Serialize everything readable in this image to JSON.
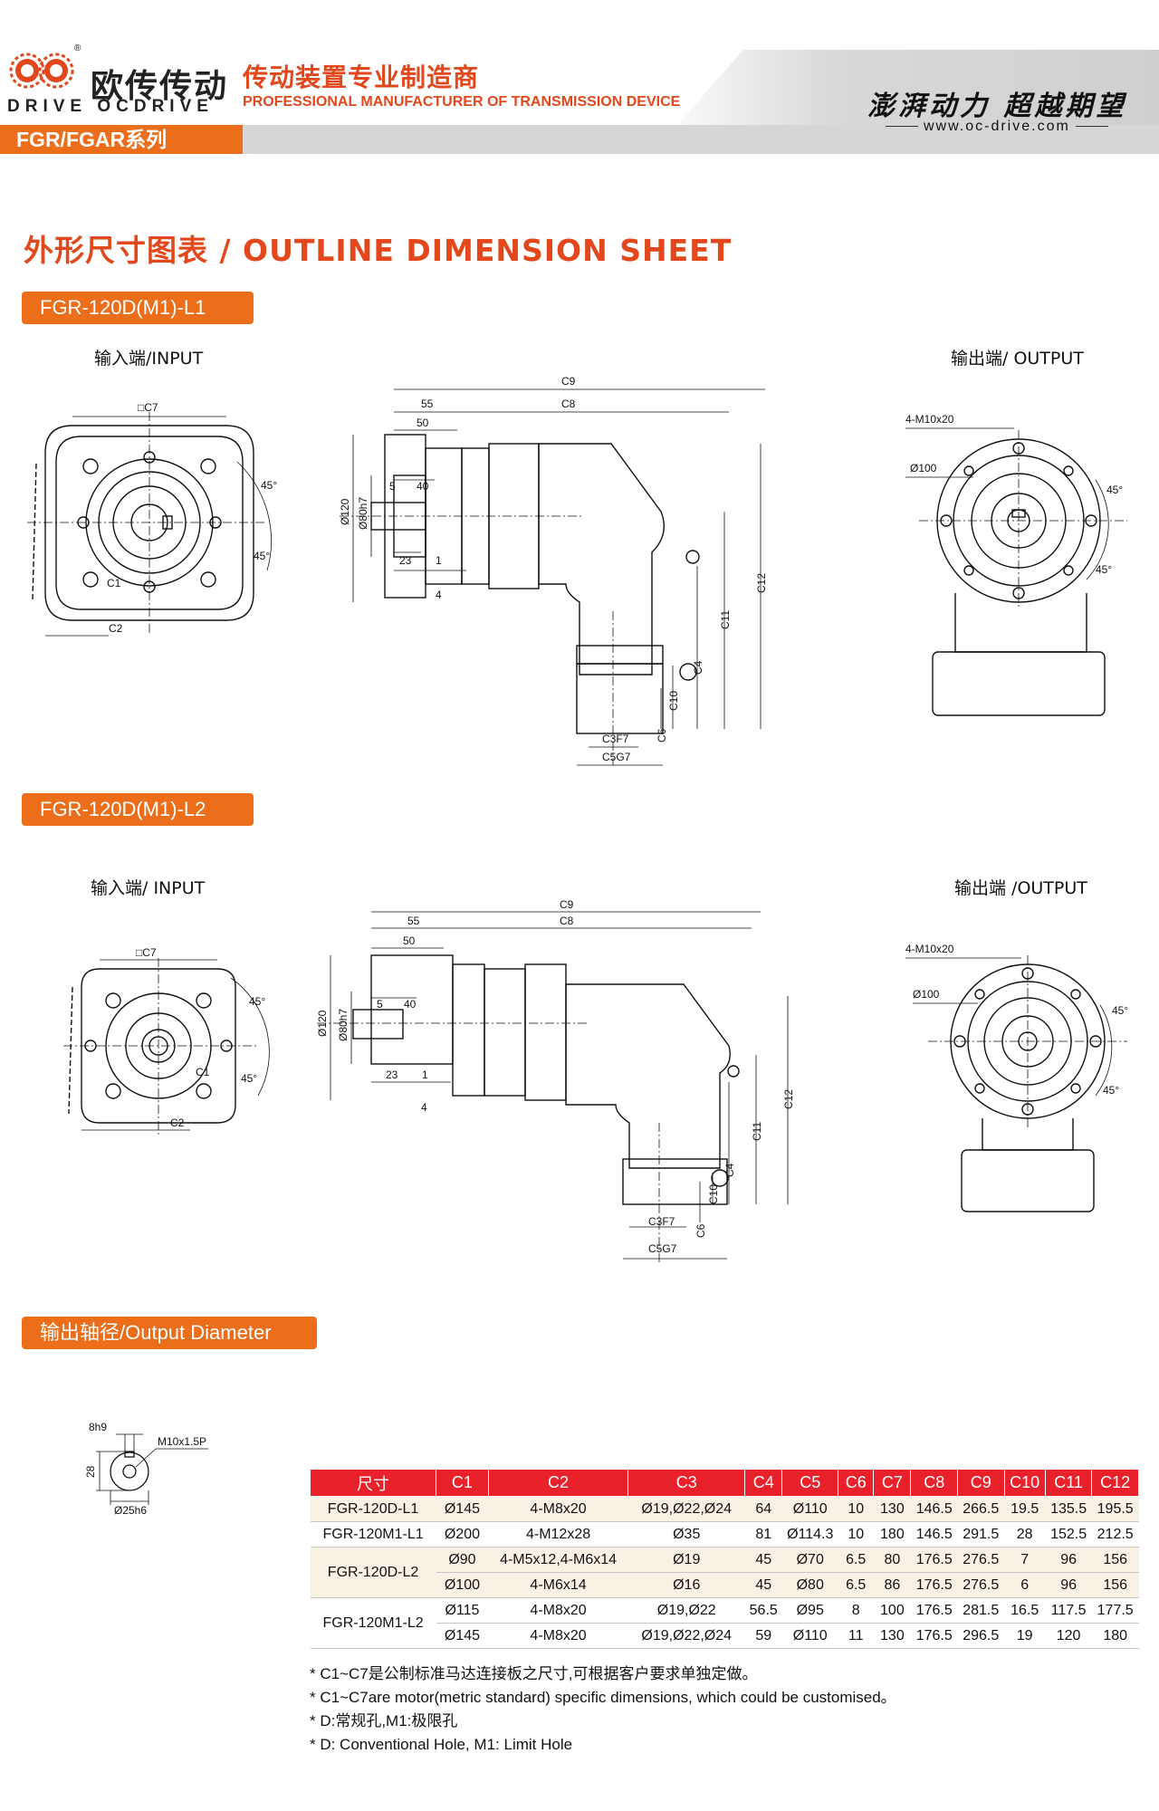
{
  "header": {
    "logo_cn": "欧传传动",
    "logo_en": "DRIVE  OCDRIVE",
    "registered_mark": "®",
    "tagline_cn": "传动装置专业制造商",
    "tagline_en": "PROFESSIONAL MANUFACTURER OF TRANSMISSION DEVICE",
    "slogan": "澎湃动力 超越期望",
    "website": "www.oc-drive.com",
    "series": "FGR/FGAR系列",
    "accent_color": "#ec6d1a",
    "table_header_color": "#e8212b"
  },
  "page_title": "外形尺寸图表 / OUTLINE DIMENSION SHEET",
  "sections": {
    "l1": {
      "title": "FGR-120D(M1)-L1",
      "input_label": "输入端/INPUT",
      "output_label": "输出端/ OUTPUT"
    },
    "l2": {
      "title": "FGR-120D(M1)-L2",
      "input_label": "输入端/ INPUT",
      "output_label": "输出端 /OUTPUT"
    },
    "diameter": {
      "title": "输出轴径/Output Diameter"
    }
  },
  "dims": {
    "c7": "□C7",
    "c2": "C2",
    "c1": "C1",
    "deg45": "45°",
    "c9": "C9",
    "c8": "C8",
    "d55": "55",
    "d50": "50",
    "d5": "5",
    "d40": "40",
    "d120": "Ø120",
    "d80": "Ø80h7",
    "d23": "23",
    "d1": "1",
    "d4": "4",
    "c12": "C12",
    "c11": "C11",
    "c4": "C4",
    "c10": "C10",
    "c3": "C3F7",
    "c6": "C6",
    "c5": "C5G7",
    "m10x20": "4-M10x20",
    "d100": "Ø100",
    "key": "8h9",
    "thread": "M10x1.5P",
    "h28": "28",
    "d25": "Ø25h6"
  },
  "table": {
    "headers": [
      "尺寸",
      "C1",
      "C2",
      "C3",
      "C4",
      "C5",
      "C6",
      "C7",
      "C8",
      "C9",
      "C10",
      "C11",
      "C12"
    ],
    "rows": [
      {
        "model": "FGR-120D-L1",
        "cells": [
          "Ø145",
          "4-M8x20",
          "Ø19,Ø22,Ø24",
          "64",
          "Ø110",
          "10",
          "130",
          "146.5",
          "266.5",
          "19.5",
          "135.5",
          "195.5"
        ]
      },
      {
        "model": "FGR-120M1-L1",
        "cells": [
          "Ø200",
          "4-M12x28",
          "Ø35",
          "81",
          "Ø114.3",
          "10",
          "180",
          "146.5",
          "291.5",
          "28",
          "152.5",
          "212.5"
        ]
      },
      {
        "model": "FGR-120D-L2",
        "cells": [
          "Ø90",
          "4-M5x12,4-M6x14",
          "Ø19",
          "45",
          "Ø70",
          "6.5",
          "80",
          "176.5",
          "276.5",
          "7",
          "96",
          "156"
        ]
      },
      {
        "model": "",
        "cells": [
          "Ø100",
          "4-M6x14",
          "Ø16",
          "45",
          "Ø80",
          "6.5",
          "86",
          "176.5",
          "276.5",
          "6",
          "96",
          "156"
        ]
      },
      {
        "model": "FGR-120M1-L2",
        "cells": [
          "Ø115",
          "4-M8x20",
          "Ø19,Ø22",
          "56.5",
          "Ø95",
          "8",
          "100",
          "176.5",
          "281.5",
          "16.5",
          "117.5",
          "177.5"
        ]
      },
      {
        "model": "",
        "cells": [
          "Ø145",
          "4-M8x20",
          "Ø19,Ø22,Ø24",
          "59",
          "Ø110",
          "11",
          "130",
          "176.5",
          "296.5",
          "19",
          "120",
          "180"
        ]
      }
    ]
  },
  "notes": [
    "* C1~C7是公制标准马达连接板之尺寸,可根据客户要求单独定做。",
    "* C1~C7are motor(metric standard)  specific dimensions, which could be customised。",
    "* D:常规孔,M1:极限孔",
    "* D: Conventional Hole, M1: Limit Hole"
  ]
}
